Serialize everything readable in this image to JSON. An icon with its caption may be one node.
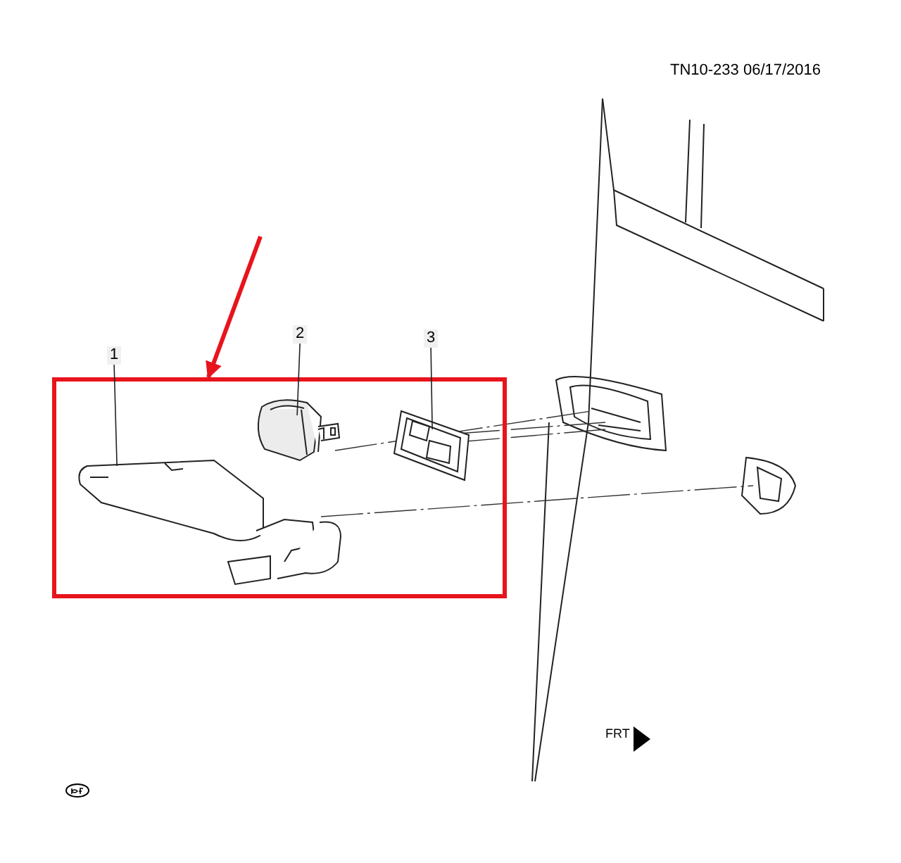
{
  "diagram": {
    "nodes": [
      {
        "text": [],
        "shape": "box"
      },
      {
        "text": [
          "1"
        ]
      },
      {
        "text": [],
        "shape": "picture",
        "in": 0
      },
      {
        "text": [
          "2"
        ]
      },
      {
        "text": [],
        "shape": "picture",
        "in": 0
      },
      {
        "text": [
          "3"
        ]
      },
      {
        "text": [],
        "shape": "picture",
        "in": 0
      }
    ],
    "edges": [
      {
        "from": null,
        "to": 0,
        "arrow": "to",
        "color": "#e8141c",
        "style": "thick"
      },
      {
        "from": 1,
        "to": 2,
        "arrow": "none"
      },
      {
        "from": 3,
        "to": 4,
        "arrow": "none"
      },
      {
        "from": 5,
        "to": 6,
        "arrow": "none"
      }
    ],
    "labels": [
      "TN10-233 06/17/2016",
      "FRT"
    ]
  }
}
